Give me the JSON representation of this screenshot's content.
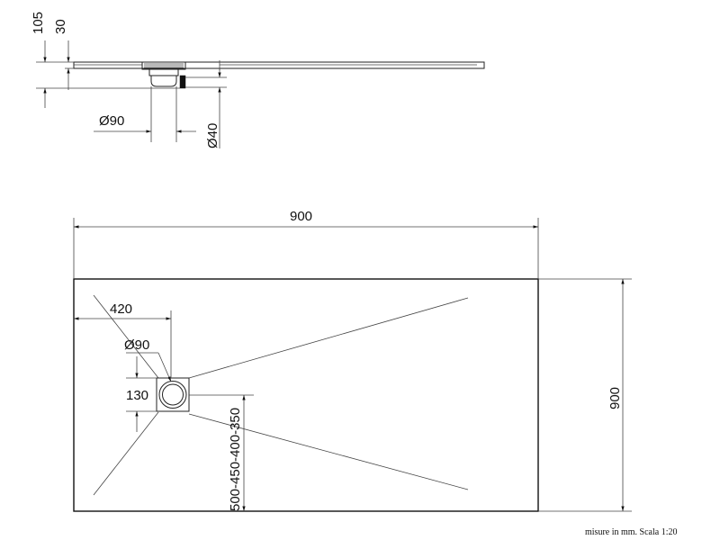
{
  "side_view": {
    "dim_total_height": "105",
    "dim_tray_height": "30",
    "dim_drain_dia": "Ø90",
    "dim_outlet_dia": "Ø40"
  },
  "plan_view": {
    "dim_width": "900",
    "dim_depth": "900",
    "dim_drain_offset_x": "420",
    "dim_drain_dia": "Ø90",
    "dim_drain_size": "130",
    "dim_drain_offset_y": "500-450-400-350"
  },
  "footer": {
    "note": "misure in mm. Scala 1:20"
  }
}
